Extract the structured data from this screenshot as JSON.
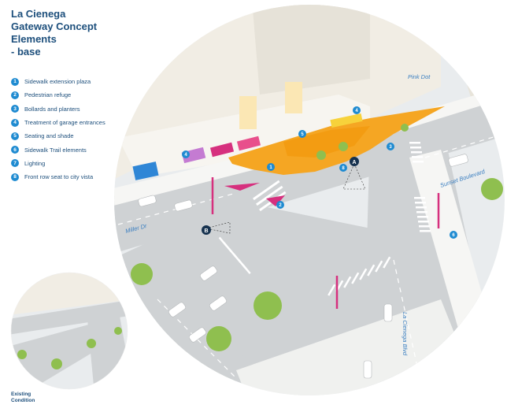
{
  "title_lines": [
    "La Cienega",
    "Gateway Concept",
    "Elements",
    "- base"
  ],
  "legend": [
    {
      "num": "1",
      "label": "Sidewalk extension plaza"
    },
    {
      "num": "2",
      "label": "Pedestrian refuge"
    },
    {
      "num": "3",
      "label": "Bollards and planters"
    },
    {
      "num": "4",
      "label": "Treatment of garage entrances"
    },
    {
      "num": "5",
      "label": "Seating and shade"
    },
    {
      "num": "6",
      "label": "Sidewalk Trail elements"
    },
    {
      "num": "7",
      "label": "Lighting"
    },
    {
      "num": "8",
      "label": "Front row seat to city vista"
    }
  ],
  "existing_label_lines": [
    "Existing",
    "Condition"
  ],
  "street_labels": {
    "pink_dot": "Pink Dot",
    "sunset": "Sunset Boulevard",
    "miller": "Miller Dr",
    "la_cienega": "La Cienega Blvd"
  },
  "view_markers": {
    "a": "A",
    "b": "B"
  },
  "map_markers": {
    "m1": "1",
    "m2": "2",
    "m3": "3",
    "m4a": "4",
    "m4b": "4",
    "m5": "5",
    "m6": "6",
    "m8": "8"
  },
  "colors": {
    "accent_blue": "#1f8bd1",
    "title_blue": "#1d4f7c",
    "plaza_orange": "#f5a623",
    "plaza_magenta": "#d6307e",
    "road_gray": "#cfd2d4"
  }
}
